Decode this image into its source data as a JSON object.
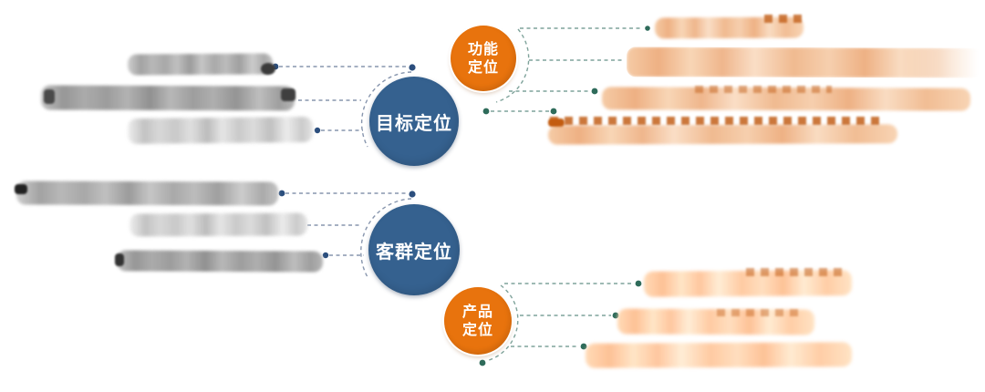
{
  "diagram": {
    "type": "positioning-map",
    "background_color": "#ffffff",
    "nodes": {
      "target": {
        "label": "目标定位",
        "shape": "circle",
        "color": "#35618f",
        "text_color": "#ffffff"
      },
      "customer": {
        "label": "客群定位",
        "shape": "circle",
        "color": "#35618f",
        "text_color": "#ffffff"
      },
      "function": {
        "label": "功能定位",
        "lines": [
          "功能",
          "定位"
        ],
        "shape": "circle",
        "color": "#e8730d",
        "text_color": "#ffffff"
      },
      "product": {
        "label": "产品定位",
        "lines": [
          "产品",
          "定位"
        ],
        "shape": "circle",
        "color": "#e8730d",
        "text_color": "#ffffff"
      }
    },
    "connectors": {
      "style": "dashed",
      "dash_color_left": "#8795ad",
      "dash_color_right": "#7fa39b",
      "dot_color_left": "#2b4e7d",
      "dot_color_right": "#2e6b5a"
    },
    "redacted_text": {
      "note": "all list items are blurred/unreadable in the screenshot",
      "left_gray_bars": 6,
      "right_orange_bars": 7,
      "gray_bar_color": "#ababab",
      "orange_bar_color": "#f3c6a0"
    }
  }
}
